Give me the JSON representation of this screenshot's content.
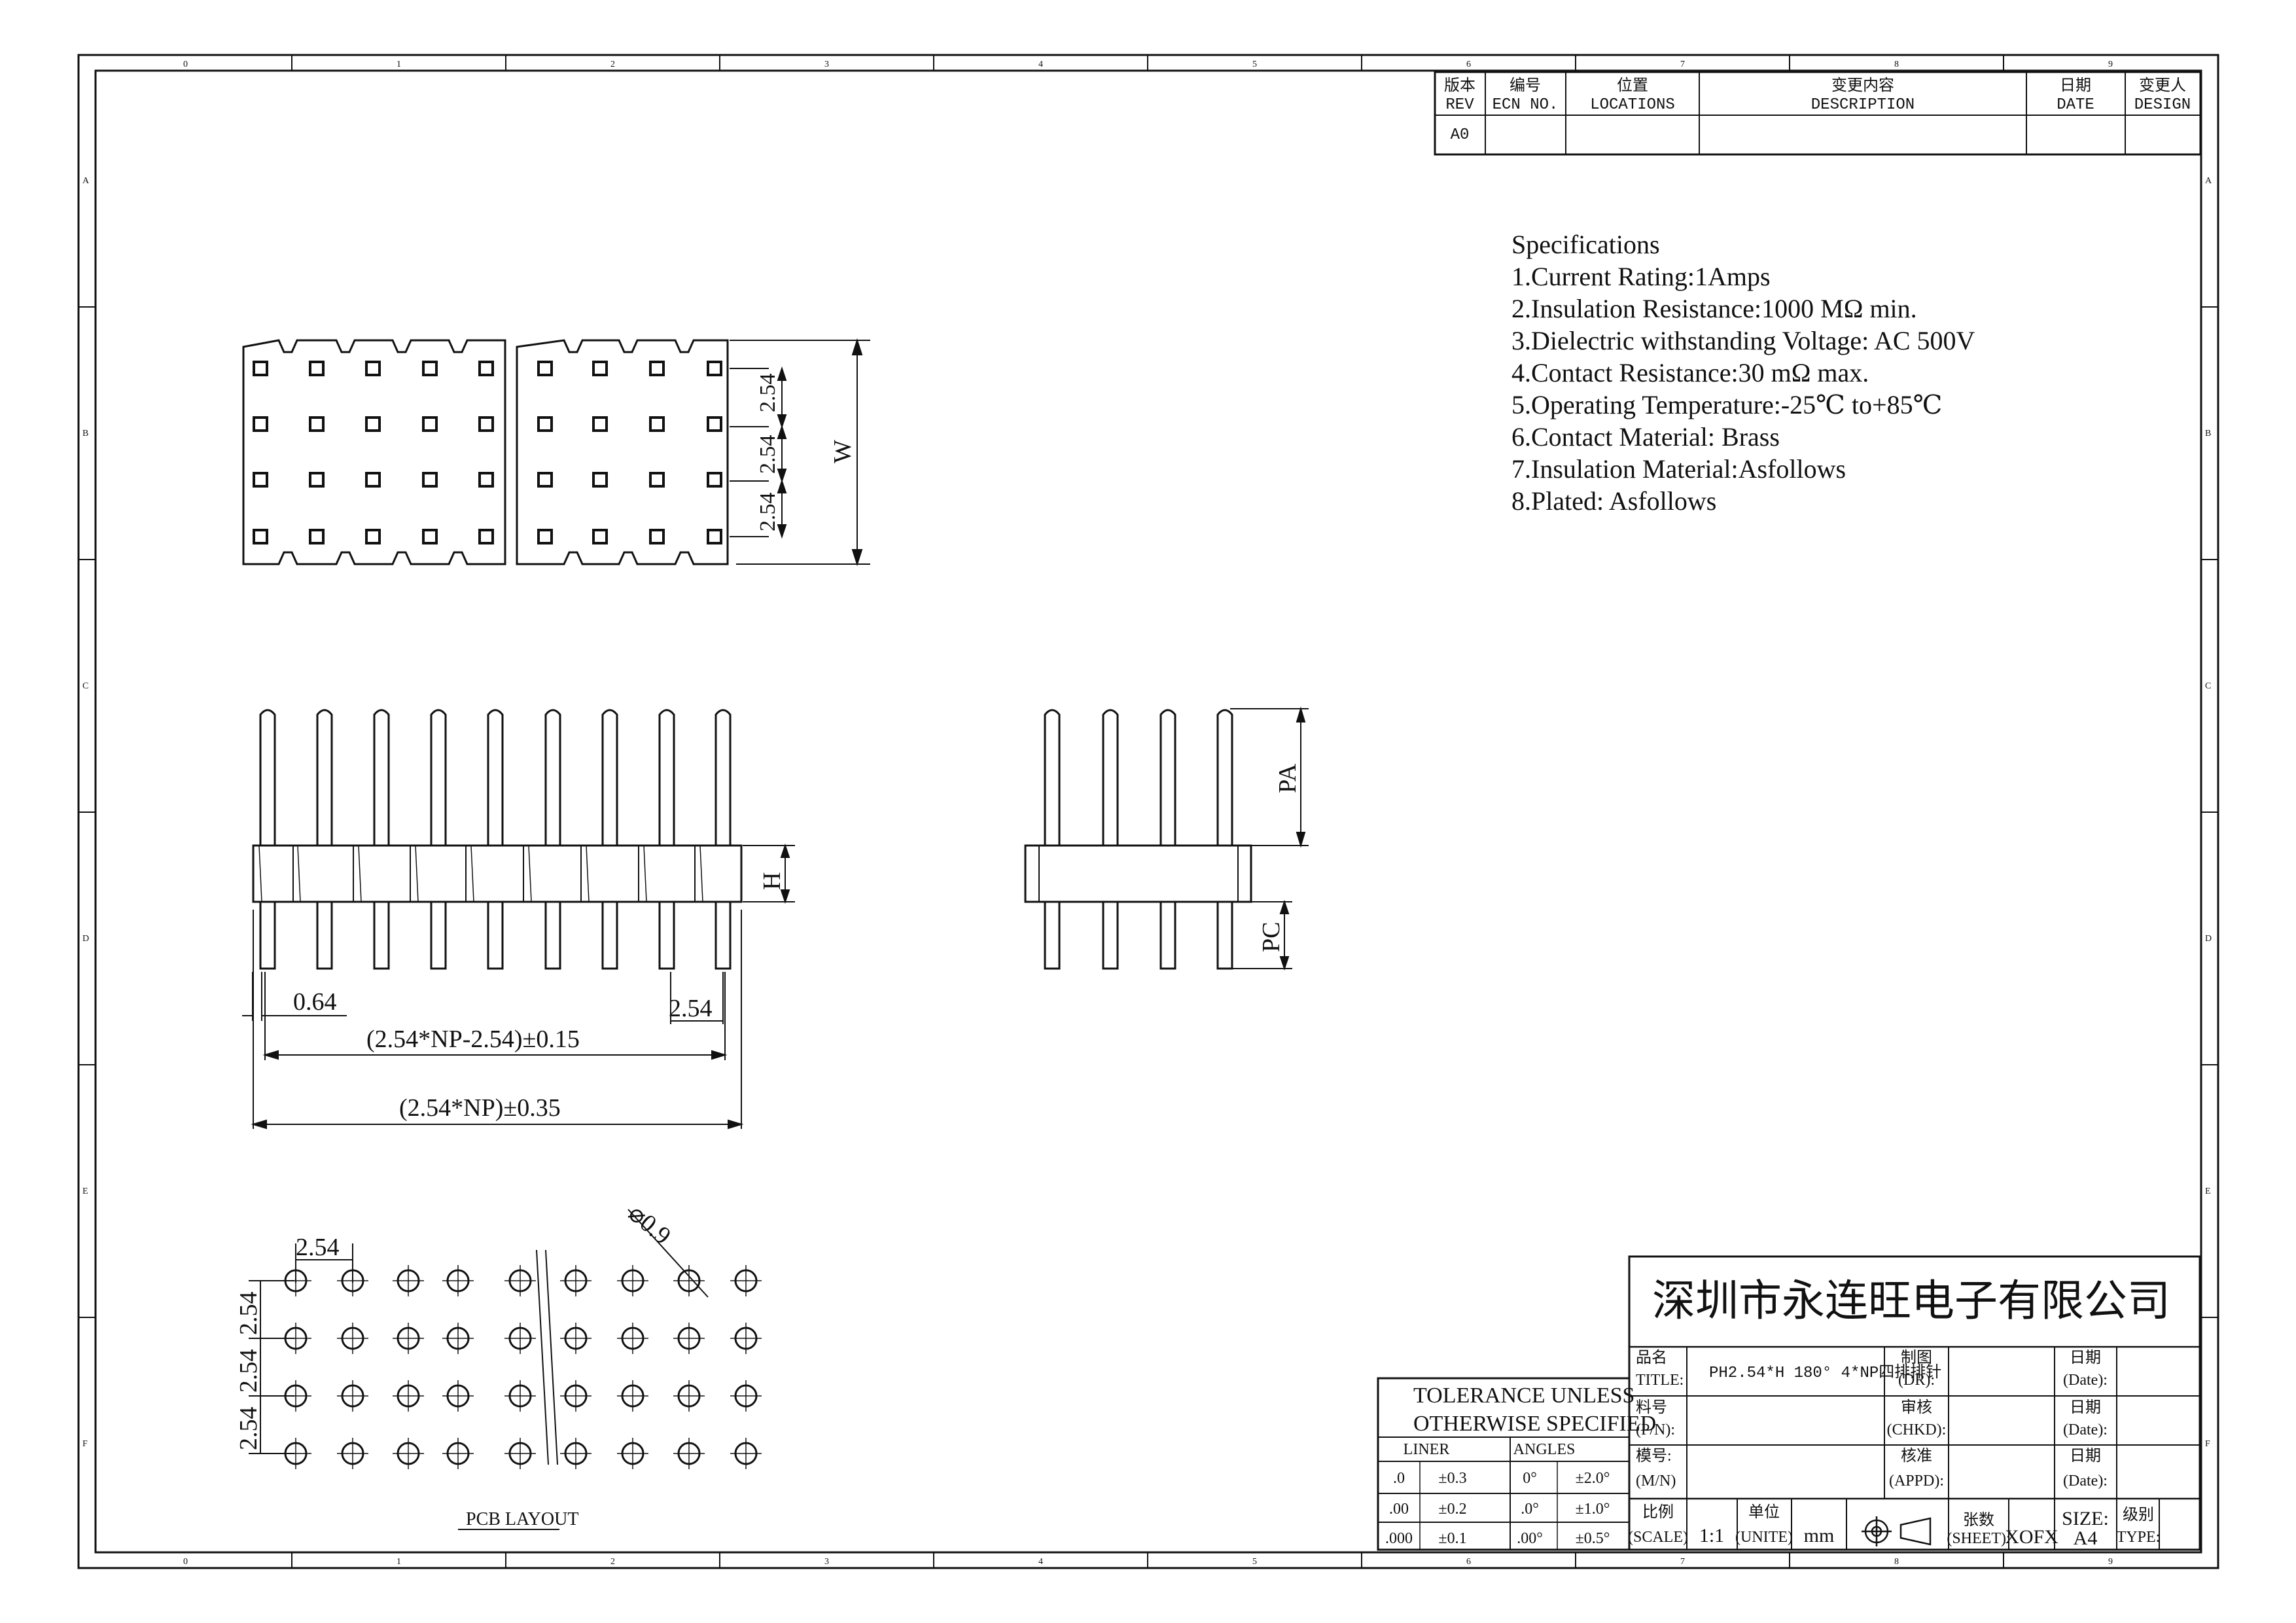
{
  "revision_table": {
    "headers": [
      {
        "cn": "版本",
        "en": "REV"
      },
      {
        "cn": "编号",
        "en": "ECN NO."
      },
      {
        "cn": "位置",
        "en": "LOCATIONS"
      },
      {
        "cn": "变更内容",
        "en": "DESCRIPTION"
      },
      {
        "cn": "日期",
        "en": "DATE"
      },
      {
        "cn": "变更人",
        "en": "DESIGN"
      }
    ],
    "row": [
      "A0",
      "",
      "",
      "",
      "",
      ""
    ]
  },
  "specifications": {
    "title": "Specifications",
    "items": [
      "1.Current Rating:1Amps",
      "2.Insulation Resistance:1000 MΩ min.",
      "3.Dielectric withstanding Voltage: AC 500V",
      "4.Contact Resistance:30 mΩ max.",
      "5.Operating Temperature:-25℃ to+85℃",
      "6.Contact Material:  Brass",
      "7.Insulation Material:Asfollows",
      "8.Plated: Asfollows"
    ]
  },
  "top_view": {
    "pitch_labels": [
      "2.54",
      "2.54",
      "2.54"
    ],
    "width_label": "W"
  },
  "front_view": {
    "height_label": "H",
    "pin_width": "0.64",
    "pitch": "2.54",
    "span_inner": "(2.54*NP-2.54)±0.15",
    "span_outer": "(2.54*NP)±0.35"
  },
  "side_view": {
    "pa_label": "PA",
    "pc_label": "PC"
  },
  "pcb_layout": {
    "title": "PCB LAYOUT",
    "pitch_h": "2.54",
    "pitch_v": [
      "2.54",
      "2.54",
      "2.54"
    ],
    "hole": "⌀0.9"
  },
  "tolerance": {
    "title_line1": "TOLERANCE UNLESS",
    "title_line2": "OTHERWISE SPECIFIED",
    "col_liner": "LINER",
    "col_angles": "ANGLES",
    "rows": [
      [
        ".0",
        "±0.3",
        "0°",
        "±2.0°"
      ],
      [
        ".00",
        "±0.2",
        ".0°",
        "±1.0°"
      ],
      [
        ".000",
        "±0.1",
        ".00°",
        "±0.5°"
      ]
    ]
  },
  "title_block": {
    "company": "深圳市永连旺电子有限公司",
    "title_label_cn": "品名",
    "title_label_en": "TITLE:",
    "title_value": "PH2.54*H 180° 4*NP四排排针",
    "pn_label_cn": "料号",
    "pn_label_en": "(P/N):",
    "mn_label_cn": "模号:",
    "mn_label_en": "(M/N)",
    "dr_cn": "制图",
    "dr_en": "(DR):",
    "chkd_cn": "审核",
    "chkd_en": "(CHKD):",
    "appd_cn": "核准",
    "appd_en": "(APPD):",
    "date_cn": "日期",
    "date_en": "(Date):",
    "scale_cn": "比例",
    "scale_en": "(SCALE)",
    "scale_value": "1:1",
    "unit_cn": "单位",
    "unit_en": "(UNITE)",
    "unit_value": "mm",
    "sheet_cn": "张数",
    "sheet_en": "(SHEET):",
    "sheet_value": "XOFX",
    "size_label": "SIZE:",
    "size_value": "A4",
    "type_cn": "级别",
    "type_en": "TYPE:"
  },
  "border": {
    "col_marks": [
      "0",
      "1",
      "2",
      "3",
      "4",
      "5",
      "6",
      "7",
      "8",
      "9"
    ],
    "row_marks": [
      "A",
      "B",
      "C",
      "D",
      "E",
      "F"
    ]
  }
}
